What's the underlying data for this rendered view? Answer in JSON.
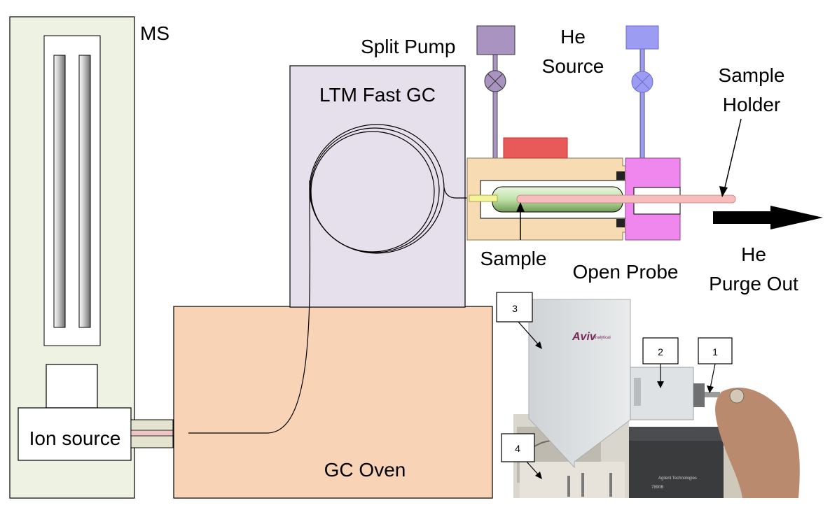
{
  "labels": {
    "ms": "MS",
    "split_pump": "Split Pump",
    "he_source_line1": "He",
    "he_source_line2": "Source",
    "sample_holder_line1": "Sample",
    "sample_holder_line2": "Holder",
    "ltm_fast_gc": "LTM Fast GC",
    "sample": "Sample",
    "open_probe": "Open Probe",
    "he_purge_line1": "He",
    "he_purge_line2": "Purge Out",
    "ion_source": "Ion source",
    "gc_oven": "GC Oven"
  },
  "photo": {
    "callout_1": "1",
    "callout_2": "2",
    "callout_3": "3",
    "callout_4": "4",
    "brand": "Aviv",
    "brand_sub": "Analytical",
    "agilent": "Agilent Technologies",
    "gc_model": "7890B"
  },
  "colors": {
    "ms_fill": "#eef2e2",
    "ltm_fill": "#e6e0ec",
    "oven_fill": "#f9d3b5",
    "probe_body": "#f6dbb3",
    "probe_pink": "#ef87ef",
    "split_pump": "#a893c1",
    "he_source": "#9d9cf3",
    "red_block": "#e85a5a",
    "sample_tube": "#c7e9b3",
    "holder": "#f7bcbc"
  }
}
